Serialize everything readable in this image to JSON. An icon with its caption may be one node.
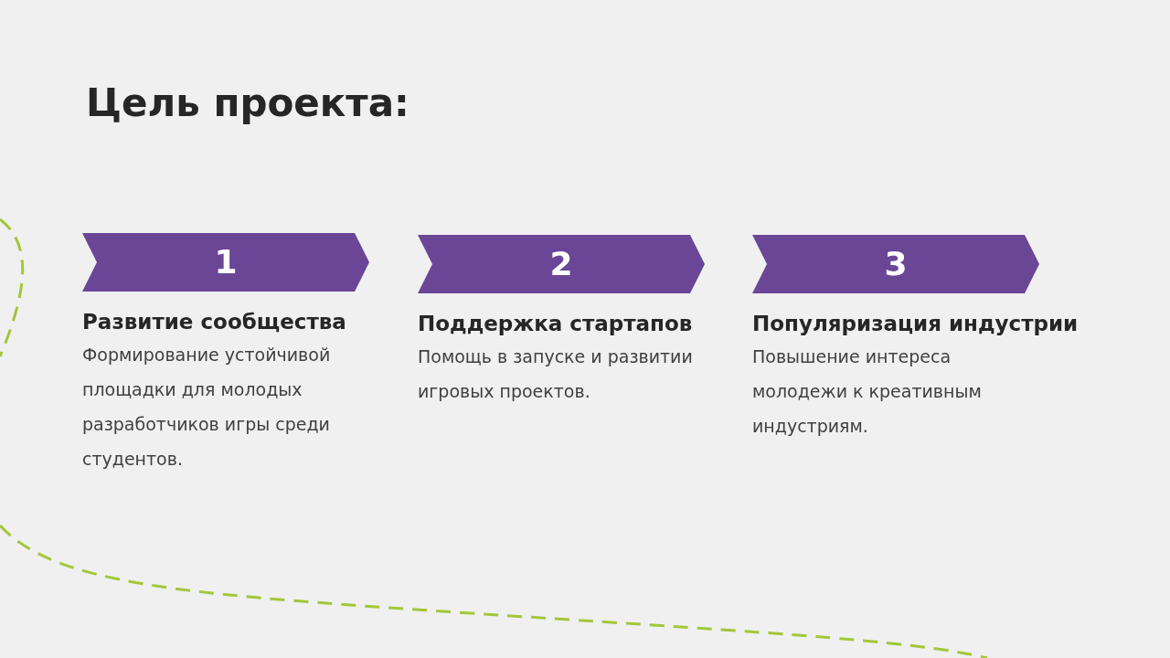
{
  "diagram": {
    "title": "Цель проекта:",
    "nodes": [
      {
        "text": [
          "1"
        ],
        "beside": [
          "Развитие сообщества",
          "Формирование устойчивой площадки для молодых разработчиков игры среди студентов."
        ]
      },
      {
        "text": [
          "2"
        ],
        "beside": [
          "Поддержка стартапов",
          "Помощь в запуске и развитии игровых проектов."
        ]
      },
      {
        "text": [
          "3"
        ],
        "beside": [
          "Популяризация индустрии",
          "Повышение интереса молодежи к креативным индустриям."
        ]
      }
    ],
    "edges": []
  }
}
